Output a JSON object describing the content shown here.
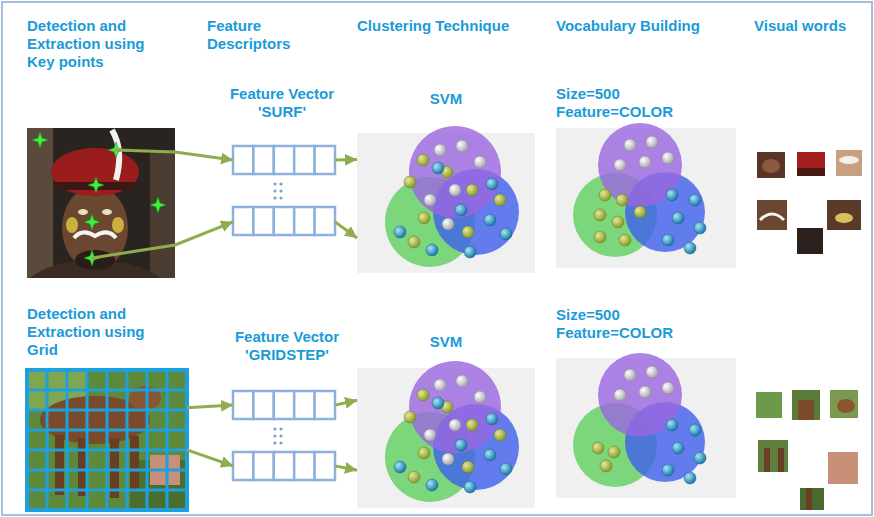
{
  "diagram": {
    "nodes": [
      {
        "text": [
          "Detection and Extraction using Key points"
        ]
      },
      {
        "text": [
          "Feature Vector 'SURF'"
        ]
      },
      {
        "text": [
          "SVM"
        ]
      },
      {
        "text": [
          "Size=500 Feature=COLOR"
        ]
      },
      {
        "text": [
          "Detection and Extraction using Grid"
        ]
      },
      {
        "text": [
          "Feature Vector 'GRIDSTEP'"
        ]
      },
      {
        "text": [
          "SVM"
        ]
      },
      {
        "text": [
          "Size=500 Feature=COLOR"
        ]
      }
    ],
    "edges": [
      {
        "from": 0,
        "to": 1,
        "arrow": "to"
      },
      {
        "from": 0,
        "to": 1,
        "arrow": "to"
      },
      {
        "from": 1,
        "to": 2,
        "arrow": "to"
      },
      {
        "from": 1,
        "to": 2,
        "arrow": "to"
      },
      {
        "from": 4,
        "to": 5,
        "arrow": "to"
      },
      {
        "from": 4,
        "to": 5,
        "arrow": "to"
      },
      {
        "from": 5,
        "to": 6,
        "arrow": "to"
      },
      {
        "from": 5,
        "to": 6,
        "arrow": "to"
      }
    ],
    "labels": [
      "Feature Descriptors",
      "Clustering Technique",
      "Vocabulary Building",
      "Visual words"
    ]
  }
}
